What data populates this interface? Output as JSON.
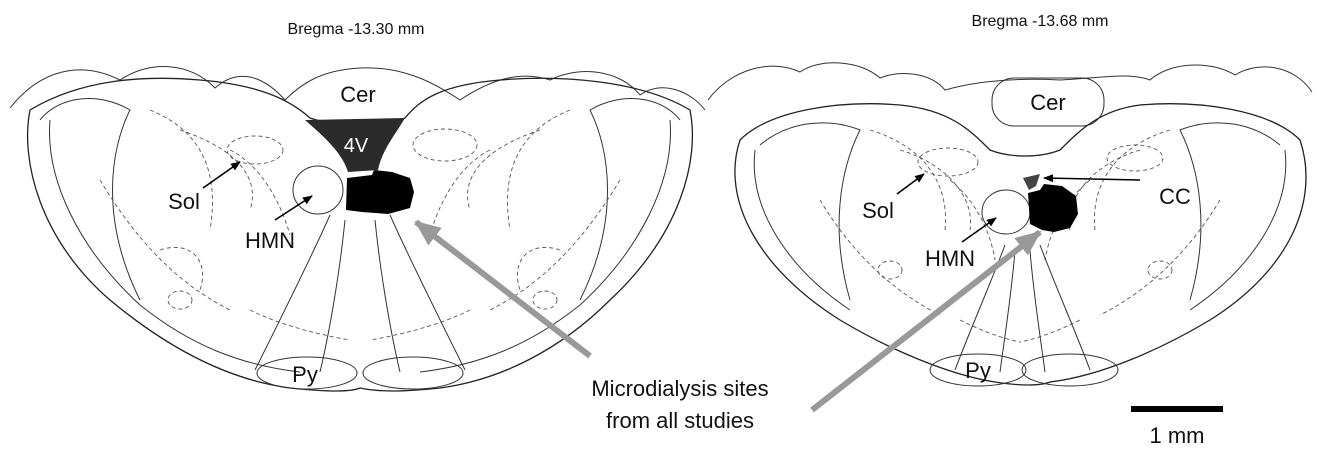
{
  "panels": [
    {
      "title": "Bregma -13.30 mm",
      "labels": {
        "cer": "Cer",
        "v4": "4V",
        "sol": "Sol",
        "hmn": "HMN",
        "py": "Py"
      }
    },
    {
      "title": "Bregma -13.68 mm",
      "labels": {
        "cer": "Cer",
        "sol": "Sol",
        "hmn": "HMN",
        "py": "Py",
        "cc": "CC"
      }
    }
  ],
  "annotation": {
    "line1": "Microdialysis sites",
    "line2": "from all studies"
  },
  "scale_bar": {
    "label": "1 mm"
  },
  "colors": {
    "lesion": "#000000",
    "ventricle": "#2b2b2b",
    "pointer_arrow": "#999999",
    "outline": "#222222"
  }
}
